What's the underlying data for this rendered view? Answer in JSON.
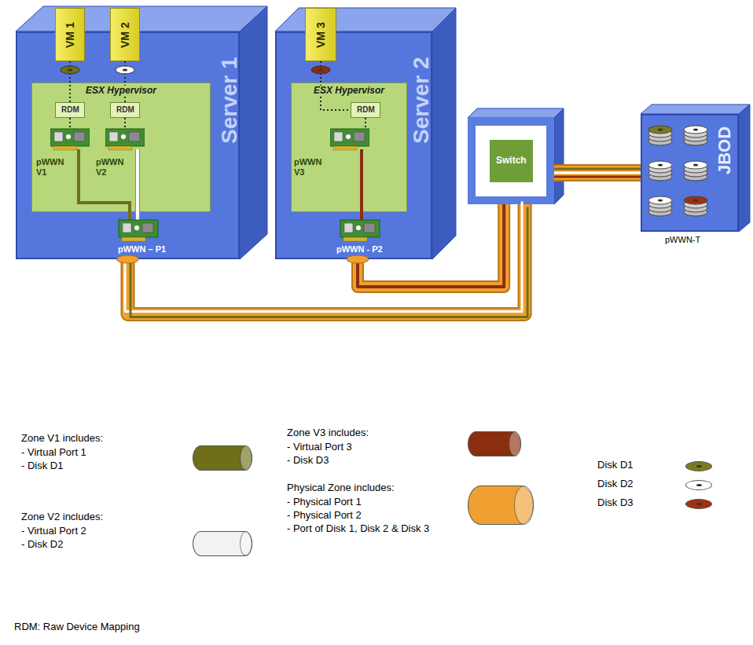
{
  "diagram": {
    "nodes": [
      {
        "text": [
          "Server 1"
        ]
      },
      {
        "text": [
          "VM 1"
        ],
        "in": 0
      },
      {
        "text": [
          "VM 2"
        ],
        "in": 0
      },
      {
        "text": [
          "ESX Hypervisor"
        ],
        "in": 0
      },
      {
        "text": [
          "RDM"
        ],
        "in": 3
      },
      {
        "text": [
          "RDM"
        ],
        "in": 3
      },
      {
        "text": [
          "Server 2"
        ]
      },
      {
        "text": [
          "VM 3"
        ],
        "in": 6
      },
      {
        "text": [
          "ESX Hypervisor"
        ],
        "in": 6
      },
      {
        "text": [
          "RDM"
        ],
        "in": 8
      },
      {
        "text": [
          "Switch"
        ]
      },
      {
        "text": [
          "JBOD"
        ]
      }
    ],
    "edges": [
      {
        "from": 1,
        "to": 4,
        "arrow": "none"
      },
      {
        "from": 2,
        "to": 5,
        "arrow": "none"
      },
      {
        "from": 7,
        "to": 9,
        "arrow": "none"
      },
      {
        "from": 0,
        "to": 10,
        "arrow": "none"
      },
      {
        "from": 6,
        "to": 10,
        "arrow": "none"
      },
      {
        "from": 10,
        "to": 11,
        "arrow": "none"
      }
    ],
    "labels": [
      "pWWN V1",
      "pWWN V2",
      "pWWN – P1",
      "pWWN V3",
      "pWWN - P2",
      "pWWN-T",
      "- Virtual Port 1",
      "- Disk D1",
      "- Virtual Port 2",
      "- Disk D2",
      "- Virtual Port 3",
      "- Disk D3",
      "- Physical Port 1",
      "- Physical Port 2",
      "- Port of Disk 1, Disk 2 & Disk 3",
      "RDM: Raw Device Mapping"
    ],
    "legend": [
      {
        "text": "Zone V1 includes:",
        "color": "#6f6f1a"
      },
      {
        "text": "Zone V2 includes:",
        "color": "#f2f2f2"
      },
      {
        "text": "Zone V3 includes:",
        "color": "#8a2e0e"
      },
      {
        "text": "Physical Zone includes:",
        "color": "#f0a030"
      },
      {
        "text": "Disk D1",
        "color": "#7a7a20"
      },
      {
        "text": "Disk D2",
        "color": "#ffffff"
      },
      {
        "text": "Disk D3",
        "color": "#a03010"
      }
    ]
  }
}
